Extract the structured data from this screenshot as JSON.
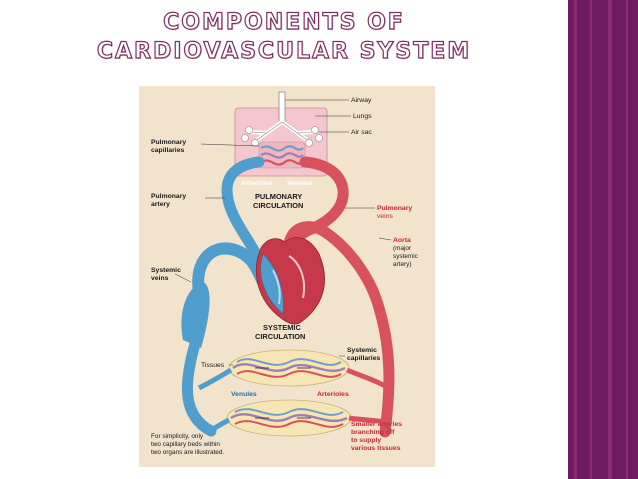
{
  "slide": {
    "title_line1": "COMPONENTS OF",
    "title_line2": "CARDIOVASCULAR SYSTEM"
  },
  "colors": {
    "title_outline": "#7a2f62",
    "deco_bar": "#6e1a5e",
    "deco_stripe": "#8a2b76",
    "panel_bg": "#f1e3cc",
    "oxygenated": "#d8525e",
    "deoxygenated": "#4f9ecd",
    "lung_tissue": "#f4c7cf"
  },
  "diagram": {
    "labels": {
      "airway": "Airway",
      "lungs": "Lungs",
      "air_sac": "Air sac",
      "pulmonary_capillaries_1": "Pulmonary",
      "pulmonary_capillaries_2": "capillaries",
      "arterioles_top": "Arterioles",
      "venules_top": "Venules",
      "pulmonary_circulation_1": "PULMONARY",
      "pulmonary_circulation_2": "CIRCULATION",
      "pulmonary_artery_1": "Pulmonary",
      "pulmonary_artery_2": "artery",
      "pulmonary_veins_1": "Pulmonary",
      "pulmonary_veins_2": "veins",
      "aorta": "Aorta",
      "aorta_note_1": "(major",
      "aorta_note_2": "systemic",
      "aorta_note_3": "artery)",
      "systemic_veins_1": "Systemic",
      "systemic_veins_2": "veins",
      "systemic_circulation_1": "SYSTEMIC",
      "systemic_circulation_2": "CIRCULATION",
      "tissues": "Tissues",
      "systemic_capillaries_1": "Systemic",
      "systemic_capillaries_2": "capillaries",
      "venules_bottom": "Venules",
      "arterioles_bottom": "Arterioles",
      "smaller_arteries_1": "Smaller arteries",
      "smaller_arteries_2": "branching off",
      "smaller_arteries_3": "to supply",
      "smaller_arteries_4": "various tissues",
      "note_1": "For simplicity, only",
      "note_2": "two capillary beds within",
      "note_3": "two organs are illustrated."
    }
  }
}
